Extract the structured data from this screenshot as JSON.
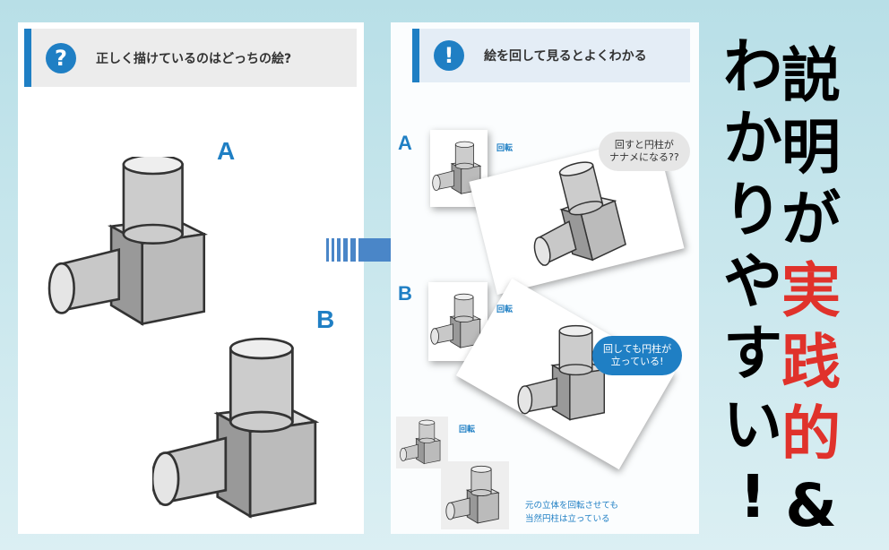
{
  "left_panel": {
    "icon": "?",
    "title": "正しく描けているのはどっちの絵?",
    "label_a": "A",
    "label_b": "B"
  },
  "right_panel": {
    "icon": "!",
    "title": "絵を回して見るとよくわかる",
    "label_a": "A",
    "label_b": "B",
    "rotate_a": "回転",
    "rotate_b": "回転",
    "rotate_c": "回転",
    "bubble_a": [
      "回すと円柱が",
      "ナナメになる??"
    ],
    "bubble_b": [
      "回しても円柱が",
      "立っている!"
    ],
    "caption": [
      "元の立体を回転させても",
      "当然円柱は立っている"
    ]
  },
  "headline": {
    "col1": [
      "説",
      "明",
      "が",
      "実",
      "践",
      "的",
      "&"
    ],
    "col2": [
      "わ",
      "か",
      "り",
      "や",
      "す",
      "い",
      "!"
    ]
  },
  "colors": {
    "accent": "#1f7fc4",
    "red": "#e0322b"
  }
}
